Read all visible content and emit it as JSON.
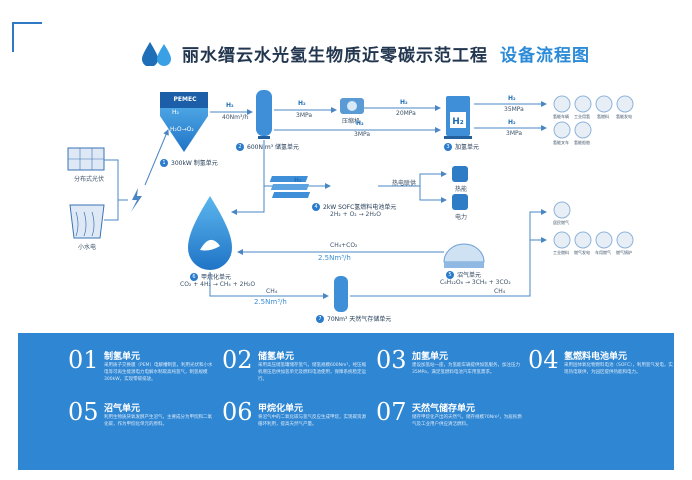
{
  "title": {
    "main": "丽水缙云水光氢生物质近零碳示范工程",
    "accent": "设备流程图"
  },
  "colors": {
    "accent": "#2b8bd8",
    "panel": "#2f86d3",
    "dark": "#22364f"
  },
  "diagram": {
    "pemec": {
      "label": "PEMEC",
      "h2": "H₂",
      "h2o": "H₂O→O₂"
    },
    "units_top": {
      "electrolysis": {
        "num": "1",
        "label": "300kW 制氢单元"
      },
      "storage": {
        "num": "2",
        "label": "600N m³ 储氢单元"
      },
      "refuel": {
        "num": "3",
        "label": "加氢单元"
      },
      "fuelcell": {
        "num": "4",
        "label": "2kW SOFC氢燃料电池单元",
        "formula": "2H₂ + O₂ → 2H₂O"
      },
      "biogas": {
        "num": "5",
        "label": "沼气单元",
        "formula": "C₆H₁₂O₆ → 3CH₄ + 3CO₂"
      },
      "methanation": {
        "num": "6",
        "label": "甲烷化单元",
        "formula": "CO₂ + 4H₂ → CH₄ + 2H₂O"
      },
      "ng_storage": {
        "num": "7",
        "label": "70Nm³ 天然气存储单元"
      }
    },
    "sources": {
      "solar": "分布式光伏",
      "hydro": "小水电"
    },
    "edge_labels": {
      "h2_a": "H₂",
      "rate_a": "40Nm³/h",
      "h2_b": "H₂",
      "p_b": "3MPa",
      "compressor": "压缩机",
      "h2_c": "H₂",
      "p_c": "20MPa",
      "h2_d": "H₂",
      "p_d": "3MPa",
      "h2_e": "H₂",
      "p_e": "35MPa",
      "h2_f": "H₂",
      "p_f": "3MPa",
      "h2_g": "H₂",
      "heat_power": "热电联供",
      "heat": "热能",
      "power": "电力",
      "ch4co2": "CH₄+CO₂",
      "rate_b": "2.5Nm³/h",
      "ch4_a": "CH₄",
      "rate_c": "2.5Nm³/h",
      "ch4_b": "CH₄"
    },
    "h2_users": [
      "氢能车辆",
      "工业用氢",
      "氢燃料",
      "氢能发电",
      "氢能叉车",
      "氢能船舶"
    ],
    "ng_users": [
      "居民燃气",
      "工业燃料",
      "燃气发电",
      "车用燃气",
      "燃气锅炉"
    ]
  },
  "units": [
    {
      "num": "01",
      "title": "制氢单元",
      "desc": "采用质子交换膜（PEM）电解槽制氢，利用光伏和小水电等可再生能源电力电解水制取高纯氢气，制氢规模300kW，实现零碳排放。"
    },
    {
      "num": "02",
      "title": "储氢单元",
      "desc": "采用高压储氢罐储存氢气，储氢规模600Nm³，经压缩机增压后供加氢单元及燃料电池使用，保障系统稳定运行。"
    },
    {
      "num": "03",
      "title": "加氢单元",
      "desc": "建设加氢站一座，为氢能车辆提供加氢服务，加注压力35MPa，满足氢燃料电池汽车用氢需求。"
    },
    {
      "num": "04",
      "title": "氢燃料电池单元",
      "desc": "采用固体氧化物燃料电池（SOFC），利用氢气发电，实现热电联供，为园区提供热能和电力。"
    },
    {
      "num": "05",
      "title": "沼气单元",
      "desc": "利用生物质厌氧发酵产生沼气，主要成分为甲烷和二氧化碳，作为甲烷化单元的原料。"
    },
    {
      "num": "06",
      "title": "甲烷化单元",
      "desc": "将沼气中的二氧化碳与氢气反应生成甲烷，实现碳资源循环利用，提高天然气产量。"
    },
    {
      "num": "07",
      "title": "天然气储存单元",
      "desc": "储存甲烷化产出的天然气，储存规模70Nm³，为居民燃气及工业用户供应清洁燃料。"
    }
  ]
}
